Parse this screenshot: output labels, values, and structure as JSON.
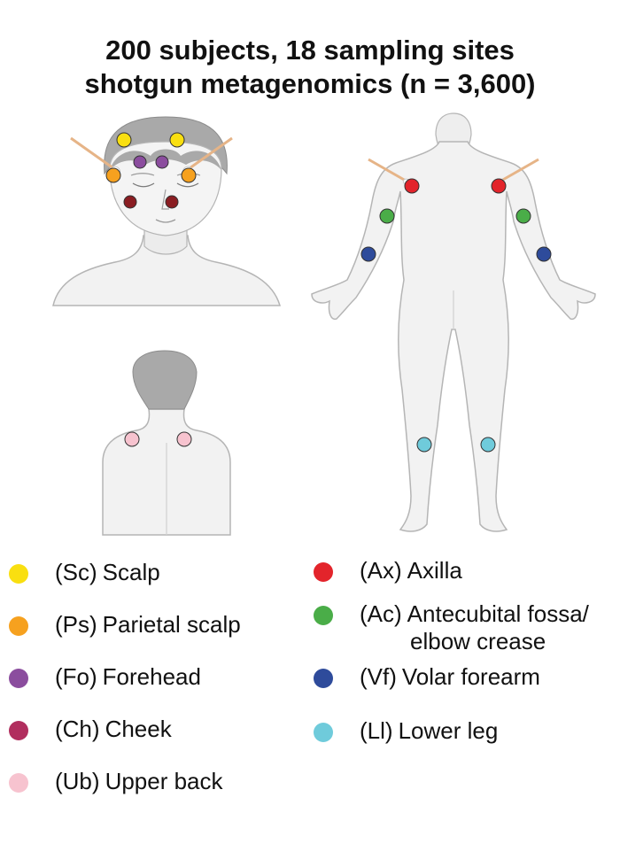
{
  "title": {
    "line1": "200 subjects, 18 sampling sites",
    "line2": "shotgun metagenomics (n = 3,600)"
  },
  "colors": {
    "scalp": "#f9df10",
    "parietal_scalp": "#f6a11f",
    "forehead": "#8b4d9e",
    "cheek": "#b12e5e",
    "cheek_figure": "#8a1d22",
    "upper_back": "#f7c3cf",
    "axilla": "#e3242b",
    "antecubital": "#4aad48",
    "volar_forearm": "#2e4b9b",
    "lower_leg": "#6fcbdb",
    "skin": "#f2f2f2",
    "hair": "#a9a9a9",
    "outline": "#9a9a9a",
    "swab_stick": "#e6b487"
  },
  "legend": {
    "left": [
      {
        "code": "(Sc)",
        "label": "Scalp",
        "color": "#f9df10"
      },
      {
        "code": "(Ps)",
        "label": "Parietal scalp",
        "color": "#f6a11f"
      },
      {
        "code": "(Fo)",
        "label": "Forehead",
        "color": "#8b4d9e"
      },
      {
        "code": "(Ch)",
        "label": "Cheek",
        "color": "#b12e5e"
      },
      {
        "code": "(Ub)",
        "label": "Upper back",
        "color": "#f7c3cf"
      }
    ],
    "right": [
      {
        "code": "(Ax)",
        "label": "Axilla",
        "label2": "",
        "color": "#e3242b"
      },
      {
        "code": "(Ac)",
        "label": "Antecubital fossa/",
        "label2": "elbow crease",
        "color": "#4aad48"
      },
      {
        "code": "(Vf)",
        "label": "Volar forearm",
        "label2": "",
        "color": "#2e4b9b"
      },
      {
        "code": "(Ll)",
        "label": "Lower leg",
        "label2": "",
        "color": "#6fcbdb"
      }
    ]
  }
}
